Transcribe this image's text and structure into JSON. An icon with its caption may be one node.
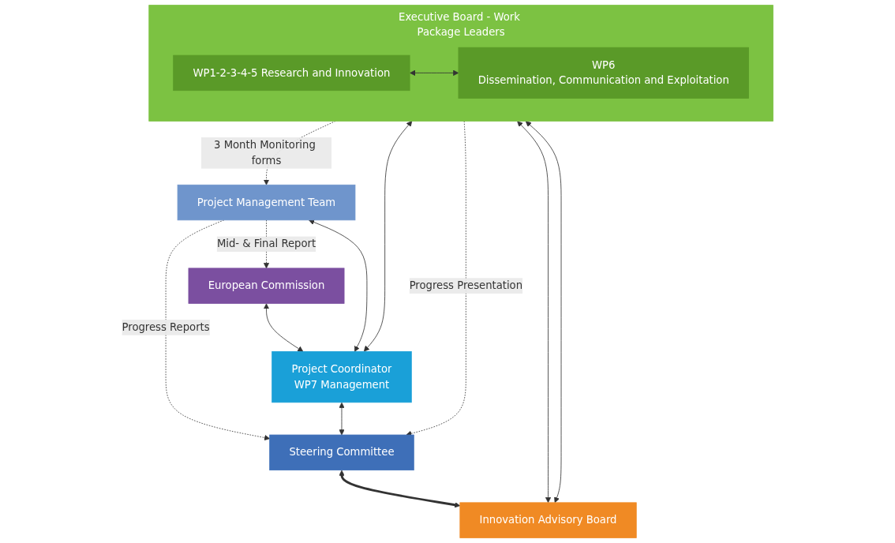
{
  "diagram": {
    "nodes": [
      {
        "text": [
          "European Commission"
        ]
      },
      {
        "text": [
          "Project Management Team"
        ]
      },
      {
        "text": [
          "Project Coordinator",
          "WP7 Management"
        ]
      },
      {
        "text": [
          "Steering Committee"
        ]
      },
      {
        "text": [
          "Executive Board - Work Package Leaders"
        ]
      },
      {
        "text": [
          "WP1-2-3-4-5 Research and Innovation"
        ],
        "in": 4
      },
      {
        "text": [
          "WP6",
          "Dissemination, Communication and Exploitation"
        ],
        "in": 4
      },
      {
        "text": [
          "Innovation Advisory Board"
        ]
      }
    ],
    "edges": [
      {
        "from": 1,
        "to": 3,
        "arrow": "to",
        "label": "Progress Reports",
        "style": "dashed"
      },
      {
        "from": 1,
        "to": 0,
        "arrow": "to",
        "label": "Mid- & Final Report",
        "style": "dashed"
      },
      {
        "from": 0,
        "to": 2,
        "arrow": "both"
      },
      {
        "from": 1,
        "to": 2,
        "arrow": "both"
      },
      {
        "from": 2,
        "to": 3,
        "arrow": "both"
      },
      {
        "from": 2,
        "to": 4,
        "arrow": "both"
      },
      {
        "from": 4,
        "to": 1,
        "arrow": "to",
        "label": "3 Month Monitoring forms",
        "style": "dashed"
      },
      {
        "from": 4,
        "to": 3,
        "arrow": "to",
        "label": "Progress Presentation",
        "style": "dashed"
      },
      {
        "from": 5,
        "to": 6,
        "arrow": "both"
      },
      {
        "from": 4,
        "to": 7,
        "arrow": "both"
      },
      {
        "from": 4,
        "to": 7,
        "arrow": "both"
      },
      {
        "from": 3,
        "to": 7,
        "arrow": "both",
        "style": "thick"
      }
    ]
  }
}
